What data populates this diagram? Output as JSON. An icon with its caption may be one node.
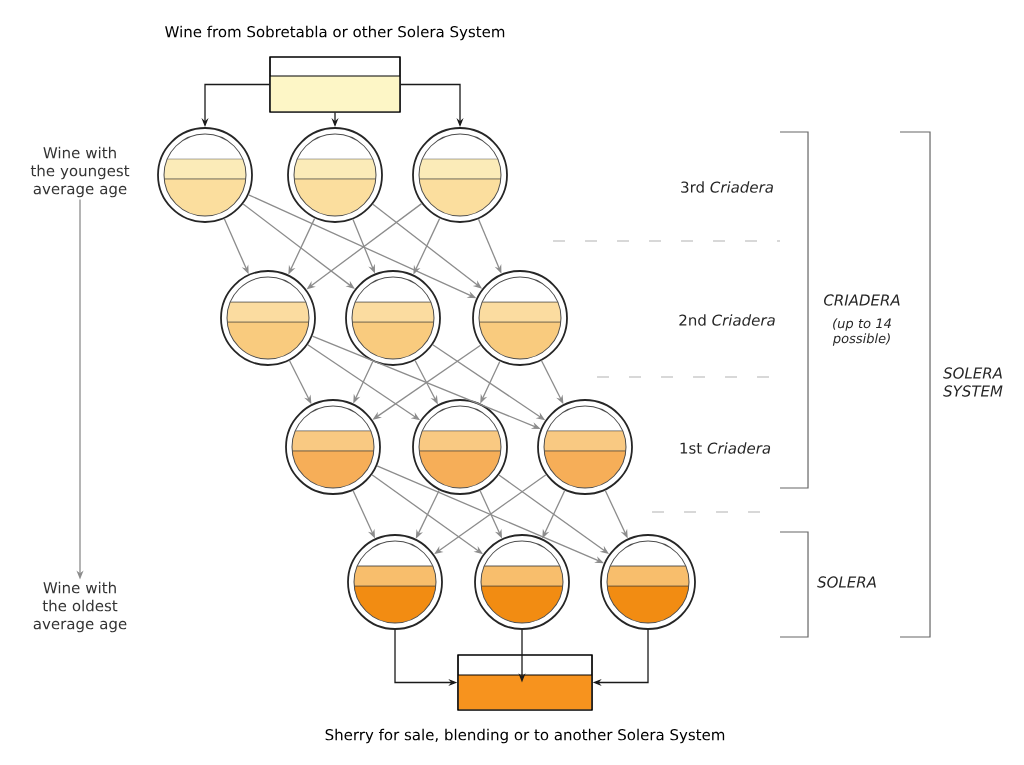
{
  "diagram": {
    "nodes": [
      {
        "text": [
          "Wine from Sobretabla or other Solera System"
        ]
      },
      {
        "text": [
          "Wine with the youngest average age"
        ]
      },
      {
        "text": [],
        "shape": "circle"
      },
      {
        "text": [],
        "shape": "circle"
      },
      {
        "text": [],
        "shape": "circle"
      },
      {
        "text": [],
        "shape": "circle"
      },
      {
        "text": [],
        "shape": "circle"
      },
      {
        "text": [],
        "shape": "circle"
      },
      {
        "text": [],
        "shape": "circle"
      },
      {
        "text": [],
        "shape": "circle"
      },
      {
        "text": [],
        "shape": "circle"
      },
      {
        "text": [],
        "shape": "circle"
      },
      {
        "text": [],
        "shape": "circle"
      },
      {
        "text": [],
        "shape": "circle"
      },
      {
        "text": [
          "Wine with the oldest average age"
        ]
      },
      {
        "text": [
          "Sherry for sale, blending or to another Solera System"
        ]
      }
    ],
    "edges": [
      {
        "from": 0,
        "to": 2,
        "arrow": "to",
        "color": "#1a1a1a"
      },
      {
        "from": 0,
        "to": 3,
        "arrow": "to",
        "color": "#1a1a1a"
      },
      {
        "from": 0,
        "to": 4,
        "arrow": "to",
        "color": "#1a1a1a"
      },
      {
        "from": 2,
        "to": 5,
        "arrow": "to"
      },
      {
        "from": 2,
        "to": 6,
        "arrow": "to"
      },
      {
        "from": 2,
        "to": 7,
        "arrow": "to"
      },
      {
        "from": 3,
        "to": 5,
        "arrow": "to"
      },
      {
        "from": 3,
        "to": 6,
        "arrow": "to"
      },
      {
        "from": 3,
        "to": 7,
        "arrow": "to"
      },
      {
        "from": 4,
        "to": 5,
        "arrow": "to"
      },
      {
        "from": 4,
        "to": 6,
        "arrow": "to"
      },
      {
        "from": 4,
        "to": 7,
        "arrow": "to"
      },
      {
        "from": 5,
        "to": 8,
        "arrow": "to"
      },
      {
        "from": 5,
        "to": 9,
        "arrow": "to"
      },
      {
        "from": 5,
        "to": 10,
        "arrow": "to"
      },
      {
        "from": 6,
        "to": 8,
        "arrow": "to"
      },
      {
        "from": 6,
        "to": 9,
        "arrow": "to"
      },
      {
        "from": 6,
        "to": 10,
        "arrow": "to"
      },
      {
        "from": 7,
        "to": 8,
        "arrow": "to"
      },
      {
        "from": 7,
        "to": 9,
        "arrow": "to"
      },
      {
        "from": 7,
        "to": 10,
        "arrow": "to"
      },
      {
        "from": 8,
        "to": 11,
        "arrow": "to"
      },
      {
        "from": 8,
        "to": 12,
        "arrow": "to"
      },
      {
        "from": 8,
        "to": 13,
        "arrow": "to"
      },
      {
        "from": 9,
        "to": 11,
        "arrow": "to"
      },
      {
        "from": 9,
        "to": 12,
        "arrow": "to"
      },
      {
        "from": 9,
        "to": 13,
        "arrow": "to"
      },
      {
        "from": 10,
        "to": 11,
        "arrow": "to"
      },
      {
        "from": 10,
        "to": 12,
        "arrow": "to"
      },
      {
        "from": 10,
        "to": 13,
        "arrow": "to"
      },
      {
        "from": 11,
        "to": 15,
        "arrow": "to",
        "color": "#1a1a1a"
      },
      {
        "from": 12,
        "to": 15,
        "arrow": "to",
        "color": "#1a1a1a"
      },
      {
        "from": 13,
        "to": 15,
        "arrow": "to",
        "color": "#1a1a1a"
      },
      {
        "from": 1,
        "to": 14,
        "arrow": "to"
      }
    ],
    "labels": [
      "3rd *Criadera*",
      "2nd *Criadera*",
      "1st *Criadera*",
      "CRIADERA",
      "(up to 14 possible)",
      "SOLERA",
      "SOLERA SYSTEM"
    ]
  }
}
